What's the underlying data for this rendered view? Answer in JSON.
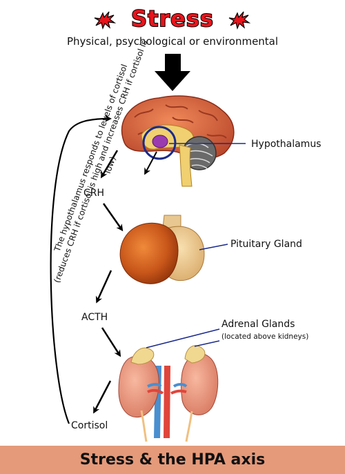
{
  "title": "Stress",
  "subtitle": "Physical, psychological or environmental",
  "labels": {
    "hypothalamus": "Hypothalamus",
    "crh": "CRH",
    "pituitary": "Pituitary Gland",
    "acth": "ACTH",
    "adrenal": "Adrenal Glands",
    "adrenal_note": "(located above kidneys)",
    "cortisol": "Cortisol"
  },
  "feedback": {
    "line1": "The hypothalamus responds to levels of cortisol",
    "line2": "(reduces CRH if cortisol is high and increases CRH if cortisol is low)"
  },
  "banner": "Stress & the HPA axis",
  "colors": {
    "title_red": "#e8141c",
    "banner": "#e59a7a",
    "hypothalamus_circle": "#1a2a8c",
    "brain": "#d9683e",
    "pituitary": "#c85a1e",
    "kidney": "#e8907a",
    "vein": "#4a8fd0",
    "artery": "#e0453a"
  },
  "icons": [
    "starburst-icon",
    "arrow-down-icon"
  ]
}
